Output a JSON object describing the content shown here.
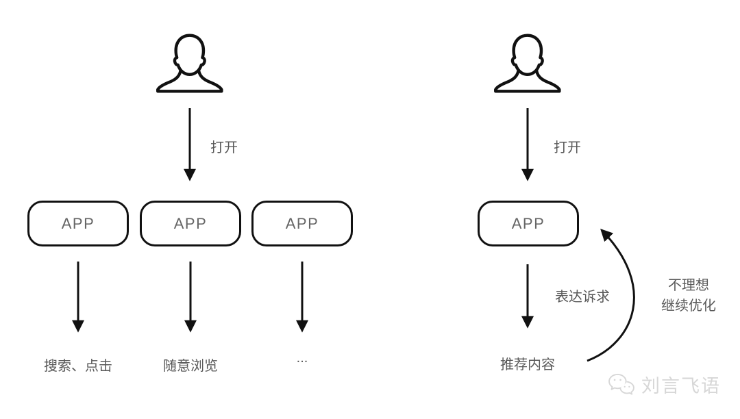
{
  "diagram": {
    "title_hint": "user-app interaction flows",
    "left": {
      "actor_icon": "user-bust-icon",
      "open_label": "打开",
      "apps": [
        {
          "label": "APP",
          "outcome": "搜索、点击"
        },
        {
          "label": "APP",
          "outcome": "随意浏览"
        },
        {
          "label": "APP",
          "outcome": "..."
        }
      ]
    },
    "right": {
      "actor_icon": "user-bust-icon",
      "open_label": "打开",
      "app_label": "APP",
      "demand_label": "表达诉求",
      "result_label": "推荐内容",
      "feedback_line1": "不理想",
      "feedback_line2": "继续优化"
    }
  },
  "watermark": {
    "icon": "wechat-icon",
    "text": "刘言飞语"
  },
  "colors": {
    "background": "#ffffff",
    "stroke": "#111111",
    "label_text": "#595959",
    "app_text": "#666666",
    "watermark": "#d7d7d7"
  }
}
